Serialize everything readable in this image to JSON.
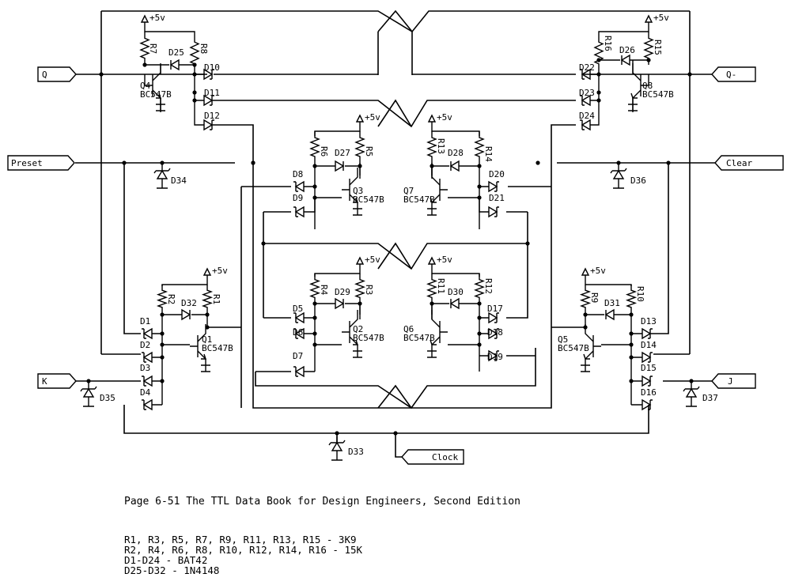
{
  "supply_label": "+5v",
  "ports": {
    "q": "Q",
    "qbar": "Q-",
    "preset": "Preset",
    "clear": "Clear",
    "k": "K",
    "j": "J",
    "clock": "Clock"
  },
  "transistor_type": "BC547B",
  "transistors": [
    "Q1",
    "Q2",
    "Q3",
    "Q4",
    "Q5",
    "Q6",
    "Q7",
    "Q8"
  ],
  "resistors": [
    "R1",
    "R2",
    "R3",
    "R4",
    "R5",
    "R6",
    "R7",
    "R8",
    "R9",
    "R10",
    "R11",
    "R12",
    "R13",
    "R14",
    "R15",
    "R16"
  ],
  "diodes": [
    "D1",
    "D2",
    "D3",
    "D4",
    "D5",
    "D6",
    "D7",
    "D8",
    "D9",
    "D10",
    "D11",
    "D12",
    "D13",
    "D14",
    "D15",
    "D16",
    "D17",
    "D18",
    "D19",
    "D20",
    "D21",
    "D22",
    "D23",
    "D24",
    "D25",
    "D26",
    "D27",
    "D28",
    "D29",
    "D30",
    "D31",
    "D32",
    "D33",
    "D34",
    "D35",
    "D36",
    "D37"
  ],
  "caption": "Page 6-51 The TTL Data Book for Design Engineers, Second Edition",
  "notes": [
    "R1, R3, R5, R7, R9, R11, R13, R15 - 3K9",
    "R2, R4, R6, R8, R10, R12, R14, R16 - 15K",
    "D1-D24 - BAT42",
    "D25-D32 - 1N4148"
  ]
}
